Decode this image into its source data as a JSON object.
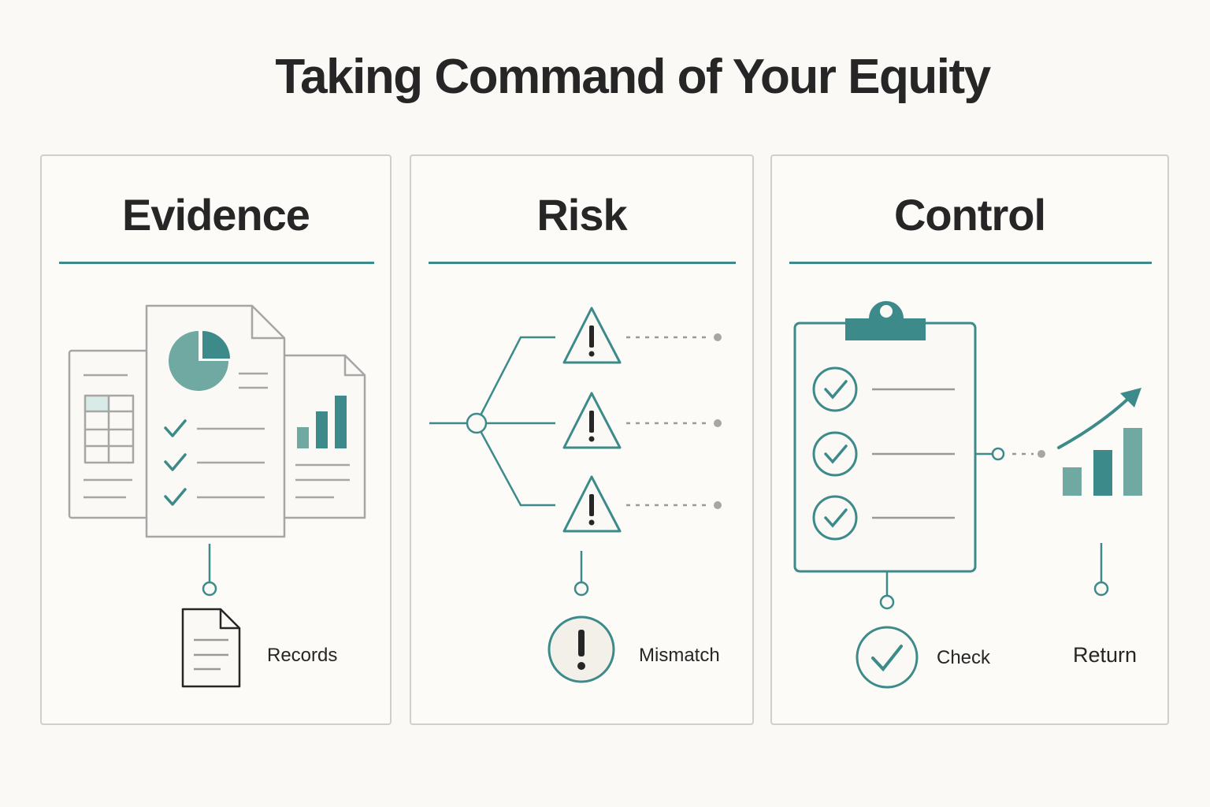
{
  "title": "Taking Command of Your Equity",
  "colors": {
    "teal": "#3d8a8a",
    "teal_light": "#6fa9a2",
    "teal_pale": "#d9ebe7",
    "gray": "#9a9a9a",
    "ink": "#262626",
    "background": "#fbf9f5"
  },
  "panels": [
    {
      "title": "Evidence",
      "icons": [
        "documents-stack-icon",
        "pie-chart-icon",
        "spreadsheet-icon",
        "bar-chart-icon",
        "document-icon"
      ],
      "labels": [
        "Records"
      ]
    },
    {
      "title": "Risk",
      "icons": [
        "branching-tree-icon",
        "warning-triangle-icon",
        "exclamation-circle-icon"
      ],
      "labels": [
        "Mismatch"
      ]
    },
    {
      "title": "Control",
      "icons": [
        "clipboard-checklist-icon",
        "growth-chart-icon",
        "check-circle-icon"
      ],
      "labels": [
        "Check",
        "Return"
      ]
    }
  ]
}
